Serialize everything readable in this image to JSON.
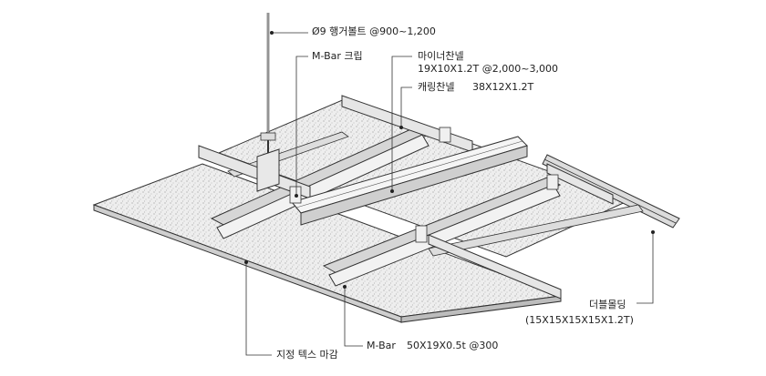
{
  "diagram": {
    "labels": {
      "hanger_bolt": "Ø9 행거볼트 @900~1,200",
      "mbar_clip": "M-Bar 크립",
      "minor_channel_name": "마이너찬넬",
      "minor_channel_spec": "19X10X1.2T @2,000~3,000",
      "carrying_channel_name": "캐링찬넬",
      "carrying_channel_spec": "38X12X1.2T",
      "double_molding_name": "더블몰딩",
      "double_molding_spec": "(15X15X15X15X1.2T)",
      "mbar_name": "M-Bar",
      "mbar_spec": "50X19X0.5t @300",
      "tex_finish": "지정 텍스 마감"
    },
    "colors": {
      "line": "#222222",
      "board": "#ececec",
      "metal": "#d9d9d9",
      "metal_light": "#f4f4f4"
    }
  }
}
